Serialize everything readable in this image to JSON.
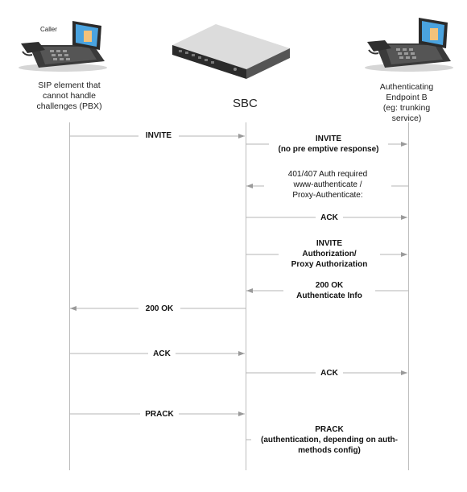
{
  "participants": {
    "left": {
      "caller_tag": "Caller",
      "caption_lines": [
        "SIP element that",
        "cannot handle",
        "challenges (PBX)"
      ]
    },
    "middle": {
      "title": "SBC"
    },
    "right": {
      "caption_lines": [
        "Authenticating",
        "Endpoint B",
        "(eg: trunking",
        "service)"
      ]
    }
  },
  "messages": [
    {
      "lines": [
        "INVITE"
      ]
    },
    {
      "lines": [
        "INVITE",
        "(no pre emptive response)"
      ]
    },
    {
      "lines": [
        "401/407 Auth required",
        "www-authenticate /",
        "Proxy-Authenticate:"
      ]
    },
    {
      "lines": [
        "ACK"
      ]
    },
    {
      "lines": [
        "INVITE",
        "Authorization/",
        "Proxy Authorization"
      ]
    },
    {
      "lines": [
        "200 OK",
        "Authenticate Info"
      ]
    },
    {
      "lines": [
        "200 OK"
      ]
    },
    {
      "lines": [
        "ACK"
      ]
    },
    {
      "lines": [
        "ACK"
      ]
    },
    {
      "lines": [
        "PRACK"
      ]
    },
    {
      "lines": [
        "PRACK",
        "(authentication, depending on auth-",
        "methods config)"
      ]
    }
  ],
  "colors": {
    "line": "#b5b5b5",
    "arrowhead": "#9a9a9a",
    "device_dark": "#2b2b2b"
  },
  "icons": {
    "left": "desk-phone-with-screen",
    "middle": "rack-server",
    "right": "desk-phone-with-screen"
  }
}
